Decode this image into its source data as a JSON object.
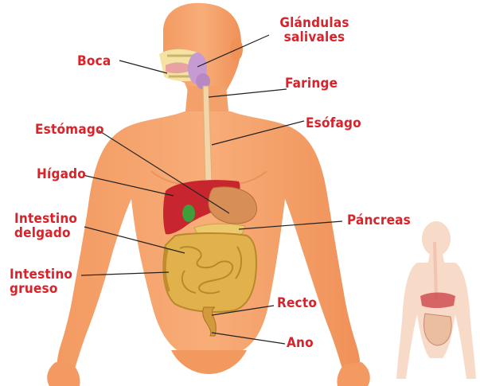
{
  "labels": {
    "glandulas": "Glándulas\nsalivales",
    "boca": "Boca",
    "faringe": "Faringe",
    "esofago": "Esófago",
    "estomago": "Estómago",
    "higado": "Hígado",
    "intestino_delgado": "Intestino\ndelgado",
    "pancreas": "Páncreas",
    "intestino_grueso": "Intestino\ngrueso",
    "recto": "Recto",
    "ano": "Ano"
  },
  "colors": {
    "label_text": "#d8232a",
    "skin": "#f6a06a",
    "skin_shadow": "#e8874f",
    "liver": "#c8262e",
    "stomach": "#d88f56",
    "intestine": "#e1b24b",
    "gallbladder": "#3f9e3a",
    "salivary": "#c69ad2",
    "esophagus": "#f4d5a8",
    "leader_line": "#222222"
  }
}
